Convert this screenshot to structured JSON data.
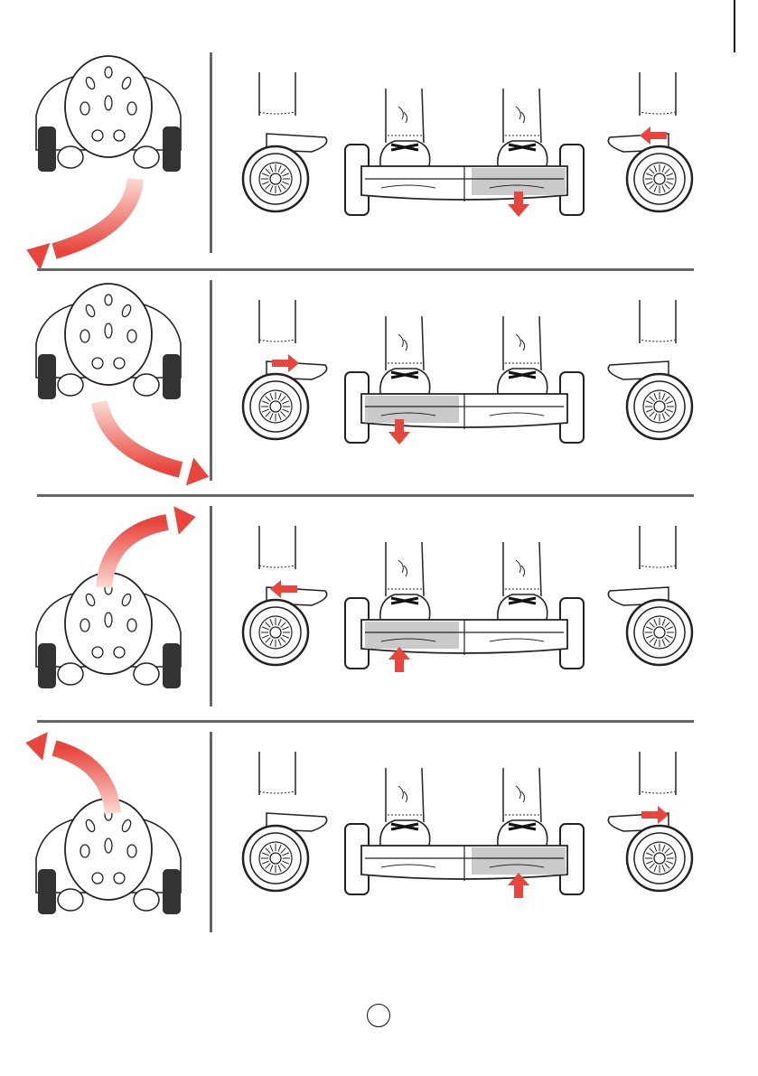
{
  "page": {
    "page_number": ""
  },
  "colors": {
    "arrow": "#e8453c",
    "arrow_fade": "#fbd9d2",
    "line": "#222222",
    "divider": "#666666",
    "platform_shade": "#bdbdbd"
  },
  "steps": [
    {
      "head_position": "up",
      "arrow_direction": "down-left",
      "pressed_foot": "right",
      "foot_push": "down",
      "side_view": "right",
      "side_arrow": "backward"
    },
    {
      "head_position": "up",
      "arrow_direction": "down-right",
      "pressed_foot": "left",
      "foot_push": "down",
      "side_view": "left",
      "side_arrow": "forward"
    },
    {
      "head_position": "down",
      "arrow_direction": "up-right",
      "pressed_foot": "left",
      "foot_push": "up",
      "side_view": "left",
      "side_arrow": "backward"
    },
    {
      "head_position": "down",
      "arrow_direction": "up-left",
      "pressed_foot": "right",
      "foot_push": "up",
      "side_view": "right",
      "side_arrow": "forward"
    }
  ]
}
